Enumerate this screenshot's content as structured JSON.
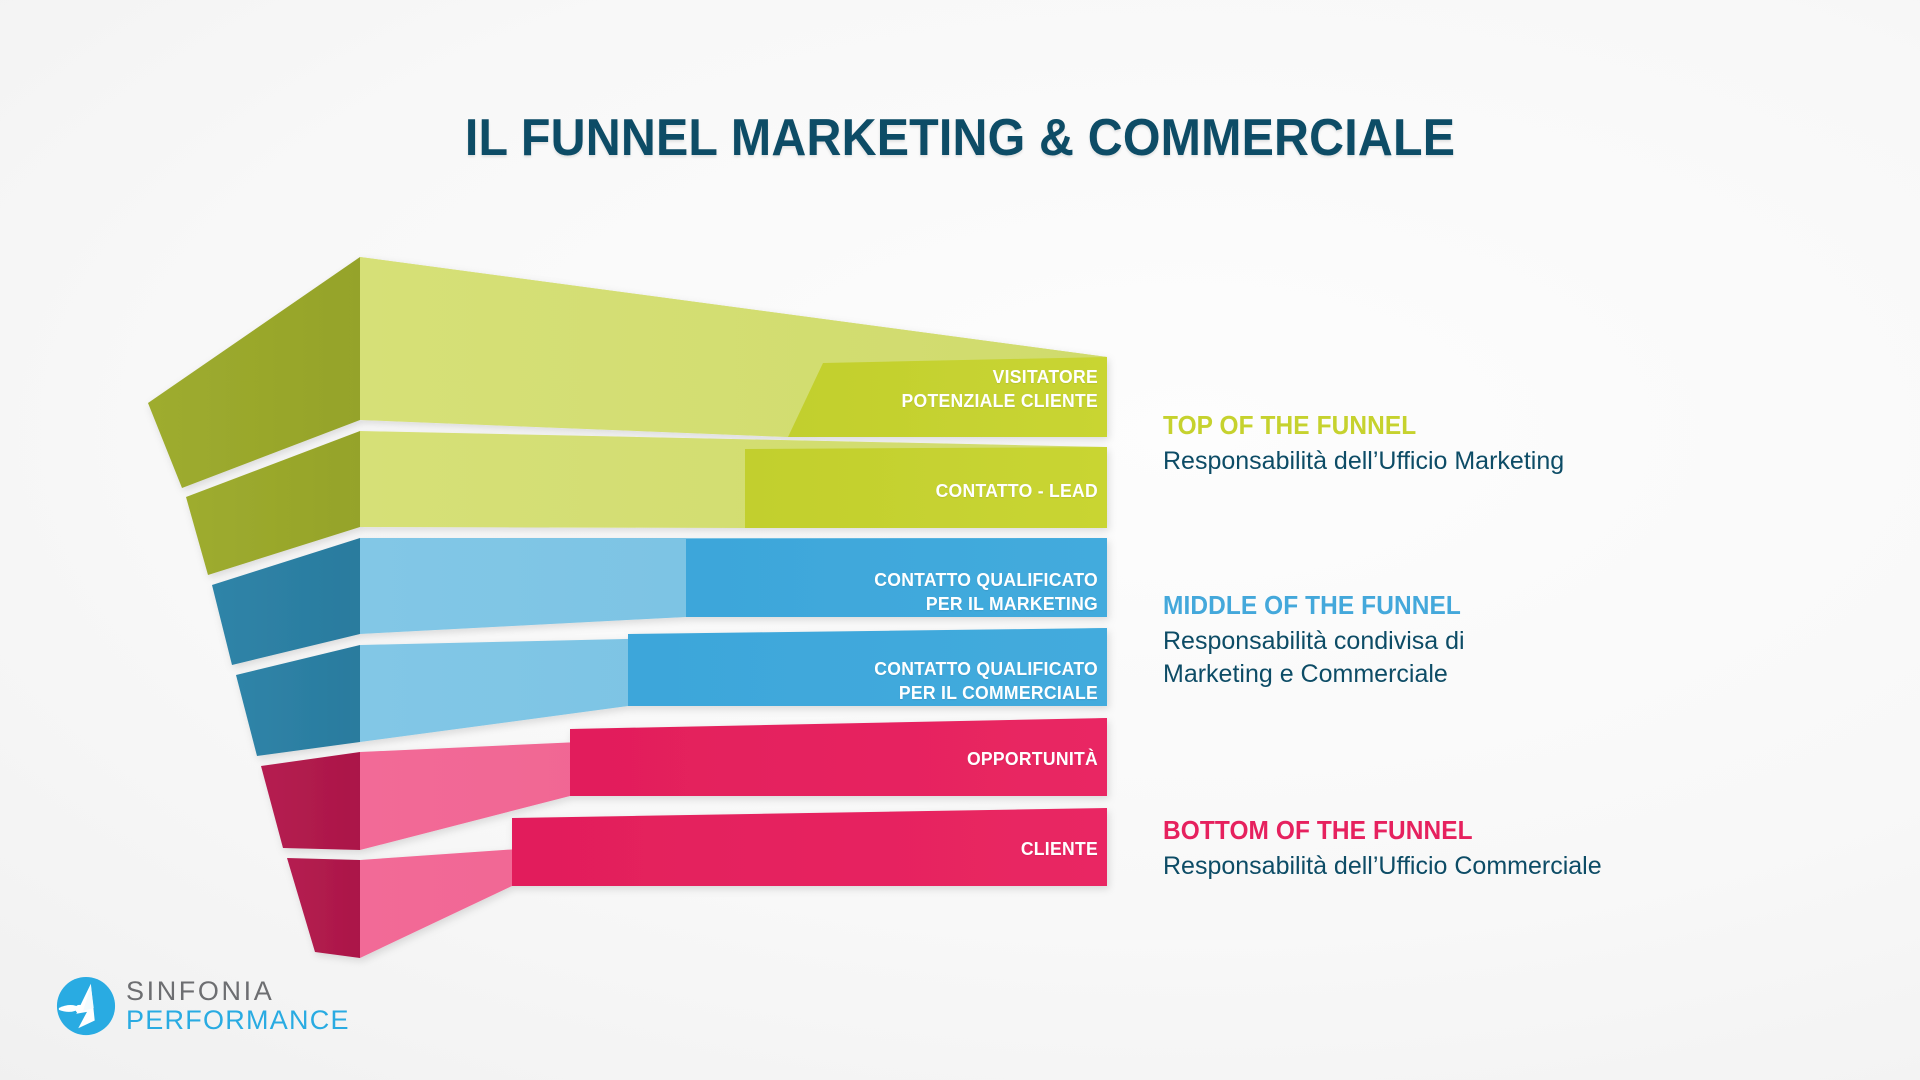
{
  "title": "IL FUNNEL MARKETING & COMMERCIALE",
  "chart_data": {
    "type": "funnel",
    "title": "IL FUNNEL MARKETING & COMMERCIALE",
    "stages": [
      {
        "label": "VISITATORE\nPOTENZIALE CLIENTE",
        "group": "top",
        "color": "#c6d22e",
        "order": 1
      },
      {
        "label": "CONTATTO - LEAD",
        "group": "top",
        "color": "#c6d22e",
        "order": 2
      },
      {
        "label": "CONTATTO QUALIFICATO\nPER IL MARKETING",
        "group": "middle",
        "color": "#3fa9dc",
        "order": 3
      },
      {
        "label": "CONTATTO QUALIFICATO\nPER IL COMMERCIALE",
        "group": "middle",
        "color": "#3fa9dc",
        "order": 4
      },
      {
        "label": "OPPORTUNITÀ",
        "group": "bottom",
        "color": "#e6215e",
        "order": 5
      },
      {
        "label": "CLIENTE",
        "group": "bottom",
        "color": "#e6215e",
        "order": 6
      }
    ],
    "groups": [
      {
        "key": "top",
        "heading": "TOP OF THE FUNNEL",
        "description": "Responsabilità dell’Ufficio Marketing",
        "color": "#c6d22e"
      },
      {
        "key": "middle",
        "heading": "MIDDLE OF THE FUNNEL",
        "description": "Responsabilità condivisa di\nMarketing e Commerciale",
        "color": "#44a8db"
      },
      {
        "key": "bottom",
        "heading": "BOTTOM OF THE FUNNEL",
        "description": "Responsabilità dell’Ufficio Commerciale",
        "color": "#e6215e"
      }
    ]
  },
  "legend": {
    "top": {
      "heading": "TOP OF THE FUNNEL",
      "description": "Responsabilità dell’Ufficio Marketing"
    },
    "middle": {
      "heading": "MIDDLE OF THE FUNNEL",
      "description": "Responsabilità condivisa di\nMarketing e Commerciale"
    },
    "bottom": {
      "heading": "BOTTOM OF THE FUNNEL",
      "description": "Responsabilità dell’Ufficio Commerciale"
    }
  },
  "bands": {
    "b1": "VISITATORE\nPOTENZIALE CLIENTE",
    "b2": "CONTATTO - LEAD",
    "b3": "CONTATTO QUALIFICATO\nPER IL MARKETING",
    "b4": "CONTATTO QUALIFICATO\nPER IL COMMERCIALE",
    "b5": "OPPORTUNITÀ",
    "b6": "CLIENTE"
  },
  "logo": {
    "line1": "SINFONIA",
    "line2": "PERFORMANCE"
  },
  "colors": {
    "title": "#0d4c66",
    "green_front": "#c6d22e",
    "green_top": "#d4df72",
    "green_side": "#9aa82c",
    "blue_front": "#3fa9dc",
    "blue_top": "#7cc4e4",
    "blue_side": "#2c7fa4",
    "pink_front": "#e6215e",
    "pink_top": "#ef6291",
    "pink_side": "#b01a4d",
    "logo_gray": "#6d6e71",
    "logo_cyan": "#29abe2",
    "background": "#f2f2f2"
  }
}
